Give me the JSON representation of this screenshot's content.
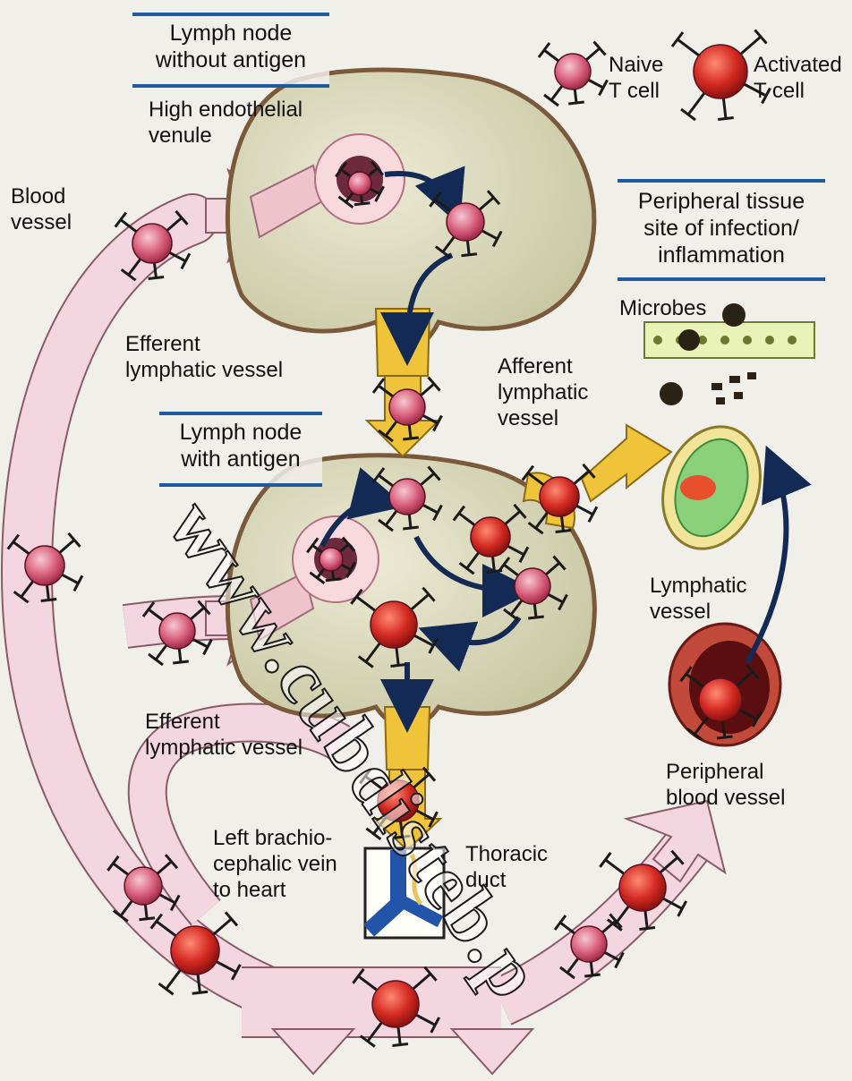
{
  "titles": {
    "node_without_antigen": "Lymph node\nwithout antigen",
    "node_with_antigen": "Lymph node\nwith antigen",
    "peripheral_site": "Peripheral tissue\nsite of infection/\ninflammation"
  },
  "legend": {
    "naive": "Naive\nT cell",
    "activated": "Activated\nT cell"
  },
  "labels": {
    "hev": "High endothelial\nvenule",
    "blood_vessel": "Blood\nvessel",
    "efferent_1": "Efferent\nlymphatic vessel",
    "efferent_2": "Efferent\nlymphatic vessel",
    "afferent": "Afferent\nlymphatic\nvessel",
    "microbes": "Microbes",
    "lymphatic_vessel": "Lymphatic\nvessel",
    "peripheral_blood_vessel": "Peripheral\nblood vessel",
    "left_brachio": "Left brachio-\ncephalic vein\nto heart",
    "thoracic_duct": "Thoracic\nduct"
  },
  "watermark": "www.cubdisteb.p",
  "colors": {
    "naive": "#d9607c",
    "activated": "#d42a22",
    "node_outline": "#7a5a3a",
    "node_fill": "#dfdcc4",
    "vein": "#2255aa",
    "lymph_yellow": "#f0c43a",
    "arrow_dark": "#132a55",
    "arrow_pink": "#f3d6df"
  }
}
